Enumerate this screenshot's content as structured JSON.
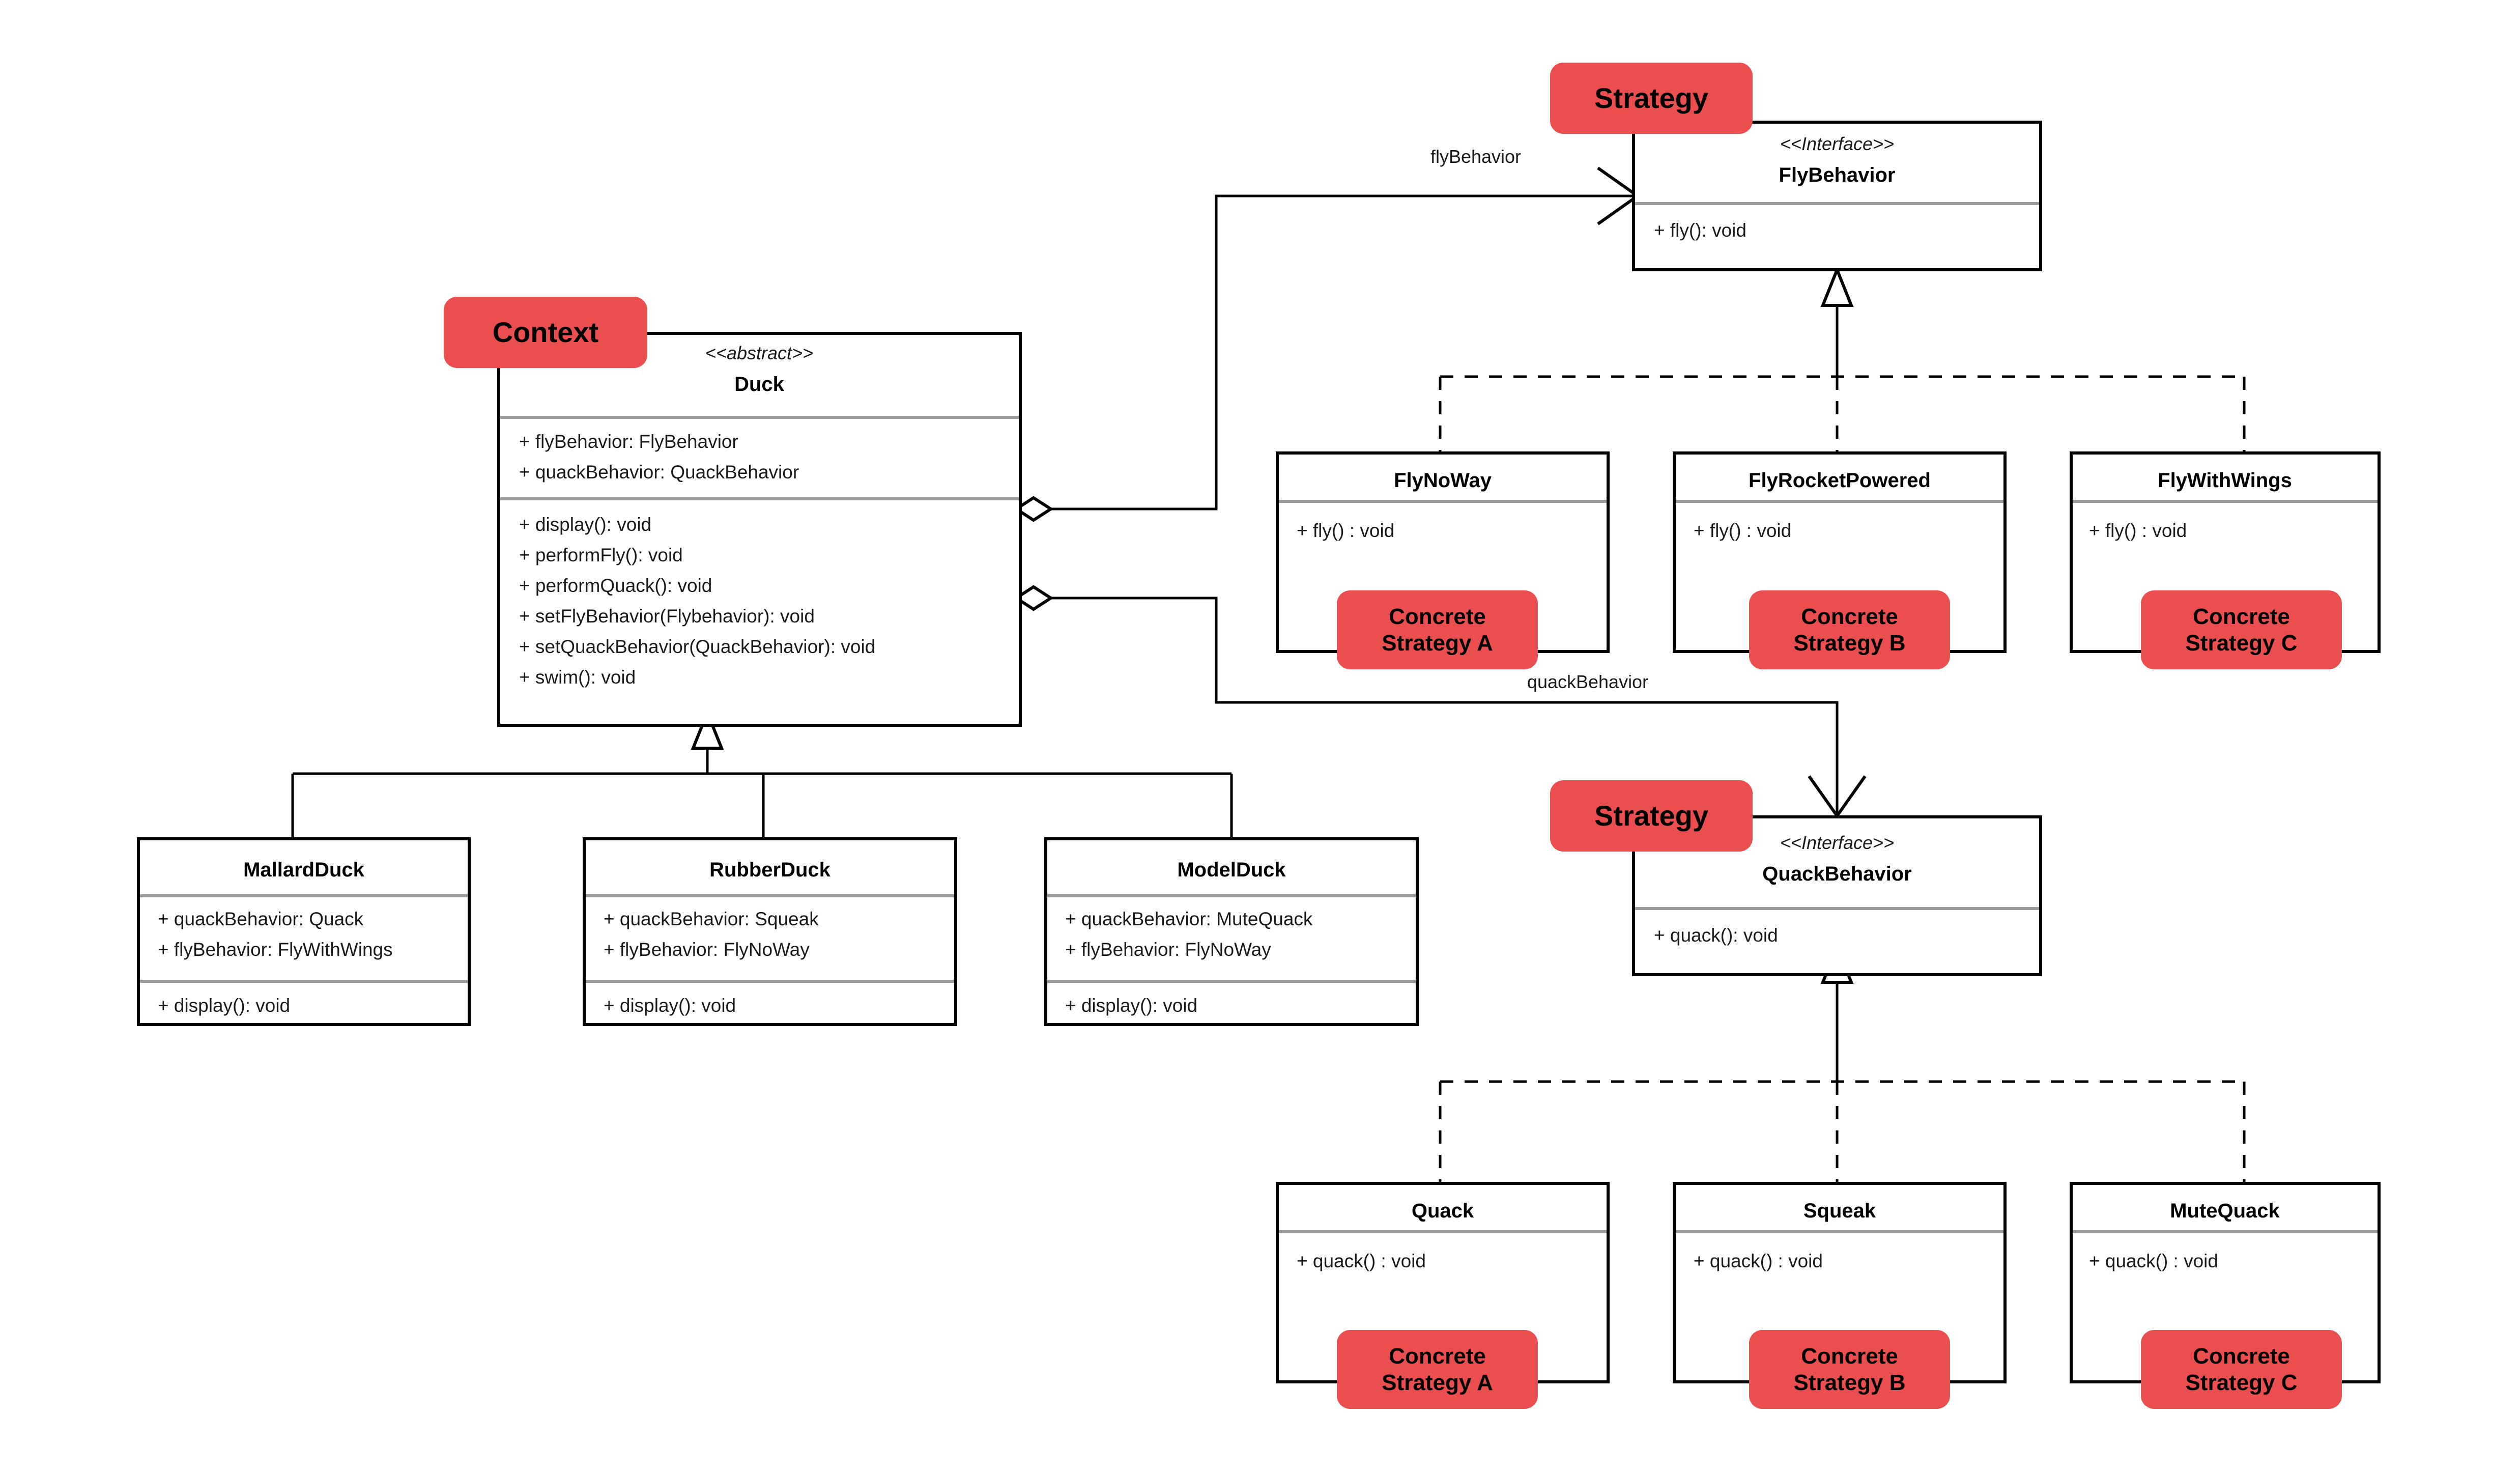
{
  "diagram": {
    "title": "Strategy Pattern UML Class Diagram",
    "accent_color": "#ea4e4e",
    "line_color": "#000000",
    "divider_color": "#9b9b9b",
    "background": "#ffffff"
  },
  "classes": {
    "duck": {
      "stereotype": "<<abstract>>",
      "name": "Duck",
      "attributes": [
        "+ flyBehavior: FlyBehavior",
        "+ quackBehavior: QuackBehavior"
      ],
      "operations": [
        "+ display(): void",
        "+ performFly(): void",
        "+ performQuack(): void",
        "+ setFlyBehavior(Flybehavior): void",
        "+ setQuackBehavior(QuackBehavior): void",
        "+ swim(): void"
      ]
    },
    "fly_behavior": {
      "stereotype": "<<Interface>>",
      "name": "FlyBehavior",
      "operations": [
        "+ fly(): void"
      ]
    },
    "quack_behavior": {
      "stereotype": "<<Interface>>",
      "name": "QuackBehavior",
      "operations": [
        "+ quack(): void"
      ]
    },
    "mallard_duck": {
      "name": "MallardDuck",
      "attributes": [
        "+ quackBehavior: Quack",
        "+ flyBehavior: FlyWithWings"
      ],
      "operations": [
        "+ display(): void"
      ]
    },
    "rubber_duck": {
      "name": "RubberDuck",
      "attributes": [
        "+ quackBehavior: Squeak",
        "+ flyBehavior: FlyNoWay"
      ],
      "operations": [
        "+ display(): void"
      ]
    },
    "model_duck": {
      "name": "ModelDuck",
      "attributes": [
        "+ quackBehavior: MuteQuack",
        "+ flyBehavior: FlyNoWay"
      ],
      "operations": [
        "+ display(): void"
      ]
    },
    "fly_no_way": {
      "name": "FlyNoWay",
      "operations": [
        "+ fly() : void"
      ]
    },
    "fly_rocket_powered": {
      "name": "FlyRocketPowered",
      "operations": [
        "+ fly() : void"
      ]
    },
    "fly_with_wings": {
      "name": "FlyWithWings",
      "operations": [
        "+ fly() : void"
      ]
    },
    "quack": {
      "name": "Quack",
      "operations": [
        "+ quack() : void"
      ]
    },
    "squeak": {
      "name": "Squeak",
      "operations": [
        "+ quack() : void"
      ]
    },
    "mute_quack": {
      "name": "MuteQuack",
      "operations": [
        "+ quack() : void"
      ]
    }
  },
  "edge_labels": {
    "fly_behavior_role": "flyBehavior",
    "quack_behavior_role": "quackBehavior"
  },
  "badges": {
    "context": {
      "lines": [
        "Context"
      ]
    },
    "strategy_fly": {
      "lines": [
        "Strategy"
      ]
    },
    "strategy_quack": {
      "lines": [
        "Strategy"
      ]
    },
    "concrete_fly_a": {
      "lines": [
        "Concrete",
        "Strategy A"
      ]
    },
    "concrete_fly_b": {
      "lines": [
        "Concrete",
        "Strategy B"
      ]
    },
    "concrete_fly_c": {
      "lines": [
        "Concrete",
        "Strategy C"
      ]
    },
    "concrete_quack_a": {
      "lines": [
        "Concrete",
        "Strategy A"
      ]
    },
    "concrete_quack_b": {
      "lines": [
        "Concrete",
        "Strategy B"
      ]
    },
    "concrete_quack_c": {
      "lines": [
        "Concrete",
        "Strategy C"
      ]
    }
  }
}
